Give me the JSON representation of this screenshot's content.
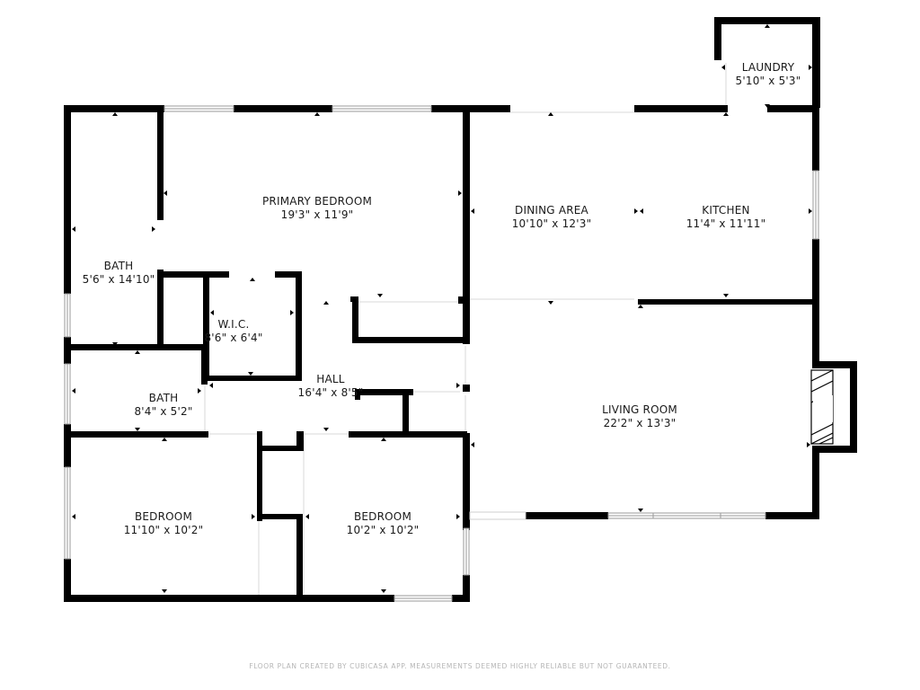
{
  "rooms": {
    "primary_bedroom": {
      "name": "PRIMARY BEDROOM",
      "dim": "19'3\" x 11'9\""
    },
    "bath_1": {
      "name": "BATH",
      "dim": "5'6\" x 14'10\""
    },
    "wic": {
      "name": "W.I.C.",
      "dim": "8'6\" x 6'4\""
    },
    "hall": {
      "name": "HALL",
      "dim": "16'4\" x 8'5\""
    },
    "bath_2": {
      "name": "BATH",
      "dim": "8'4\" x 5'2\""
    },
    "bedroom_1": {
      "name": "BEDROOM",
      "dim": "11'10\" x 10'2\""
    },
    "bedroom_2": {
      "name": "BEDROOM",
      "dim": "10'2\" x 10'2\""
    },
    "dining": {
      "name": "DINING AREA",
      "dim": "10'10\" x 12'3\""
    },
    "kitchen": {
      "name": "KITCHEN",
      "dim": "11'4\" x 11'11\""
    },
    "living": {
      "name": "LIVING ROOM",
      "dim": "22'2\" x 13'3\""
    },
    "laundry": {
      "name": "LAUNDRY",
      "dim": "5'10\" x 5'3\""
    }
  },
  "footer": "FLOOR PLAN CREATED BY CUBICASA APP. MEASUREMENTS DEEMED HIGHLY RELIABLE BUT NOT GUARANTEED."
}
